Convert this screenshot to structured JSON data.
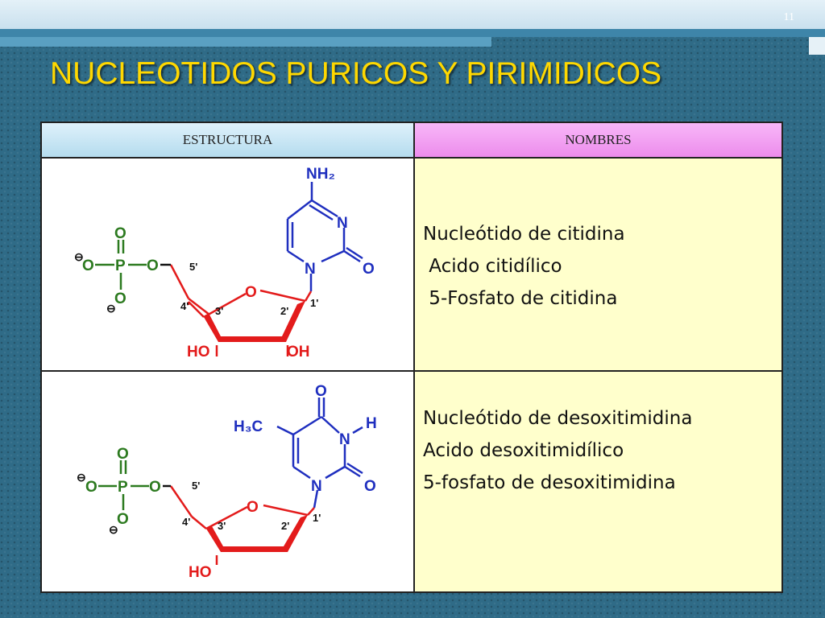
{
  "slide": {
    "number": "11",
    "title": "NUCLEOTIDOS PURICOS Y PIRIMIDICOS"
  },
  "table": {
    "headers": {
      "structure": "ESTRUCTURA",
      "names": "NOMBRES"
    },
    "rows": [
      {
        "names": [
          "Nucleótido de citidina",
          " Acido citidílico",
          " 5-Fosfato de citidina"
        ]
      },
      {
        "names": [
          "Nucleótido de desoxitimidina",
          "Acido desoxitimidílico",
          "5-fosfato de desoxitimidina"
        ]
      }
    ]
  },
  "molecules": {
    "cytidine": {
      "NH2": "NH₂",
      "N3": "N",
      "N1": "N",
      "O2": "O",
      "ringO": "O",
      "Pup": "O",
      "P": "P",
      "Pleft": "O",
      "Pright": "O",
      "Pdown": "O",
      "c5": "5'",
      "c4": "4'",
      "c3": "3'",
      "c2": "2'",
      "c1": "1'",
      "HO3": "HO",
      "OH2": "OH",
      "minus": "⊖"
    },
    "thymidine": {
      "O4": "O",
      "H3C": "H₃C",
      "N3": "N",
      "H": "H",
      "N1": "N",
      "O2": "O",
      "ringO": "O",
      "Pup": "O",
      "P": "P",
      "Pleft": "O",
      "Pright": "O",
      "Pdown": "O",
      "c5": "5'",
      "c4": "4'",
      "c3": "3'",
      "c2": "2'",
      "c1": "1'",
      "HO3": "HO",
      "minus": "⊖"
    }
  },
  "colors": {
    "title": "#ffd800",
    "base": "#1f2fbf",
    "sugar": "#e31b1b",
    "phosphate": "#2c7a1f"
  }
}
